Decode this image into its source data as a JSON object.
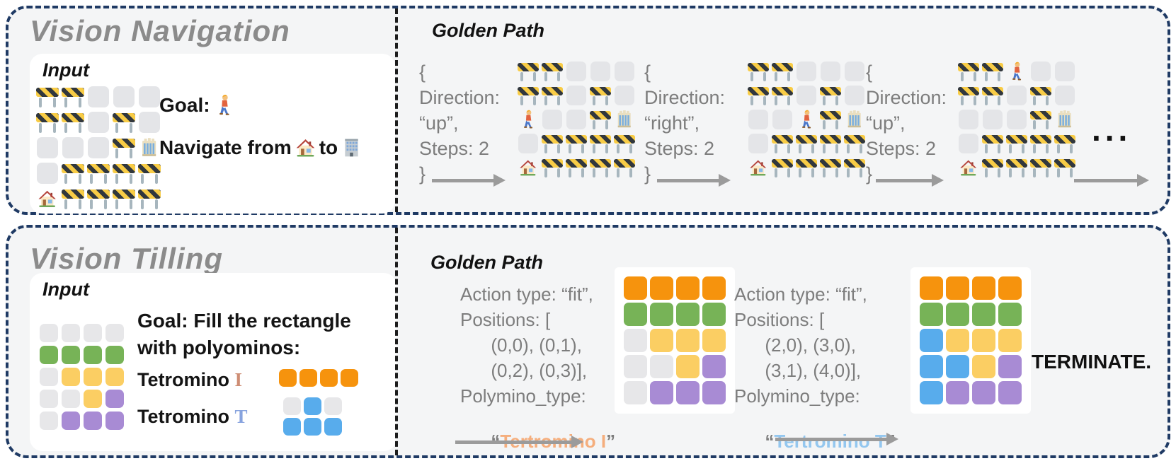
{
  "colors": {
    "section_bg": "#f4f5f6",
    "border_navy": "#1f3a64",
    "divider_black": "#1c1c1c",
    "panel_white": "#ffffff",
    "title_gray": "#8b8b8b",
    "text_black": "#141414",
    "json_gray": "#7d7d7d",
    "arrow_gray": "#9b9b9b",
    "tile_gray": "#e7e7e9",
    "tile_green": "#77b357",
    "tile_yellow": "#fbce63",
    "tile_purple": "#a88bd4",
    "tile_orange": "#f6930d",
    "tile_blue": "#58acec"
  },
  "navigation": {
    "title": "Vision Navigation",
    "input_label": "Input",
    "golden_path_label": "Golden Path",
    "goal_label": "Goal:",
    "navigate_from_label": "Navigate from",
    "to_label": "to",
    "ellipsis": "...",
    "emoji_legend": {
      "barrier": "🚧",
      "person": "🚶",
      "house": "🏡",
      "office": "🏨",
      "target_office": "🏢",
      "empty": "⬜"
    },
    "input_grid": [
      [
        "barrier",
        "barrier",
        "empty",
        "empty",
        "empty"
      ],
      [
        "barrier",
        "barrier",
        "empty",
        "barrier",
        "empty"
      ],
      [
        "empty",
        "empty",
        "empty",
        "barrier",
        "office"
      ],
      [
        "empty",
        "barrier",
        "barrier",
        "barrier",
        "barrier"
      ],
      [
        "house",
        "barrier",
        "barrier",
        "barrier",
        "barrier"
      ]
    ],
    "steps": [
      {
        "lines": [
          "{",
          "Direction:",
          "“up”,",
          "Steps: 2",
          "}"
        ],
        "grid": [
          [
            "barrier",
            "barrier",
            "empty",
            "empty",
            "empty"
          ],
          [
            "barrier",
            "barrier",
            "empty",
            "barrier",
            "empty"
          ],
          [
            "person",
            "empty",
            "empty",
            "barrier",
            "office"
          ],
          [
            "empty",
            "barrier",
            "barrier",
            "barrier",
            "barrier"
          ],
          [
            "house",
            "barrier",
            "barrier",
            "barrier",
            "barrier"
          ]
        ]
      },
      {
        "lines": [
          "{",
          "Direction:",
          "“right”,",
          "Steps: 2",
          "}"
        ],
        "grid": [
          [
            "barrier",
            "barrier",
            "empty",
            "empty",
            "empty"
          ],
          [
            "barrier",
            "barrier",
            "empty",
            "barrier",
            "empty"
          ],
          [
            "empty",
            "empty",
            "person",
            "barrier",
            "office"
          ],
          [
            "empty",
            "barrier",
            "barrier",
            "barrier",
            "barrier"
          ],
          [
            "house",
            "barrier",
            "barrier",
            "barrier",
            "barrier"
          ]
        ]
      },
      {
        "lines": [
          "{",
          "Direction:",
          "“up”,",
          "Steps: 2",
          "}"
        ],
        "grid": [
          [
            "barrier",
            "barrier",
            "person",
            "empty",
            "empty"
          ],
          [
            "barrier",
            "barrier",
            "empty",
            "barrier",
            "empty"
          ],
          [
            "empty",
            "empty",
            "empty",
            "barrier",
            "office"
          ],
          [
            "empty",
            "barrier",
            "barrier",
            "barrier",
            "barrier"
          ],
          [
            "house",
            "barrier",
            "barrier",
            "barrier",
            "barrier"
          ]
        ]
      }
    ]
  },
  "tiling": {
    "title": "Vision Tilling",
    "input_label": "Input",
    "golden_path_label": "Golden Path",
    "goal_line1": "Goal: Fill the rectangle",
    "goal_line2": "with polyominos:",
    "tetromino_i": {
      "label": "Tetromino",
      "letter": "I",
      "letter_color": "#ce8d74"
    },
    "tetromino_t": {
      "label": "Tetromino",
      "letter": "T",
      "letter_color": "#87a3de"
    },
    "i_shape": [
      [
        "orange",
        "orange",
        "orange",
        "orange"
      ]
    ],
    "t_shape": [
      [
        "gray",
        "blue",
        "gray"
      ],
      [
        "blue",
        "blue",
        "blue"
      ]
    ],
    "input_grid": [
      [
        "gray",
        "gray",
        "gray",
        "gray"
      ],
      [
        "green",
        "green",
        "green",
        "green"
      ],
      [
        "gray",
        "yellow",
        "yellow",
        "yellow"
      ],
      [
        "gray",
        "gray",
        "yellow",
        "purple"
      ],
      [
        "gray",
        "purple",
        "purple",
        "purple"
      ]
    ],
    "steps": [
      {
        "lines": [
          "Action type: “fit”,",
          "Positions: [",
          "      (0,0), (0,1),",
          "      (0,2), (0,3)],",
          "Polymino_type:"
        ],
        "type_open": "“",
        "type_name": "Tertromino I",
        "type_close": "”",
        "type_color": "#f5ae7d",
        "grid": [
          [
            "orange",
            "orange",
            "orange",
            "orange"
          ],
          [
            "green",
            "green",
            "green",
            "green"
          ],
          [
            "gray",
            "yellow",
            "yellow",
            "yellow"
          ],
          [
            "gray",
            "gray",
            "yellow",
            "purple"
          ],
          [
            "gray",
            "purple",
            "purple",
            "purple"
          ]
        ]
      },
      {
        "lines": [
          "Action type: “fit”,",
          "Positions: [",
          "      (2,0), (3,0),",
          "      (3,1), (4,0)],",
          "Polymino_type:"
        ],
        "type_open": "“",
        "type_name": "Tertromino T",
        "type_close": "”",
        "type_color": "#94c7ef",
        "grid": [
          [
            "orange",
            "orange",
            "orange",
            "orange"
          ],
          [
            "green",
            "green",
            "green",
            "green"
          ],
          [
            "blue",
            "yellow",
            "yellow",
            "yellow"
          ],
          [
            "blue",
            "blue",
            "yellow",
            "purple"
          ],
          [
            "blue",
            "purple",
            "purple",
            "purple"
          ]
        ]
      }
    ],
    "terminate_label": "TERMINATE."
  }
}
